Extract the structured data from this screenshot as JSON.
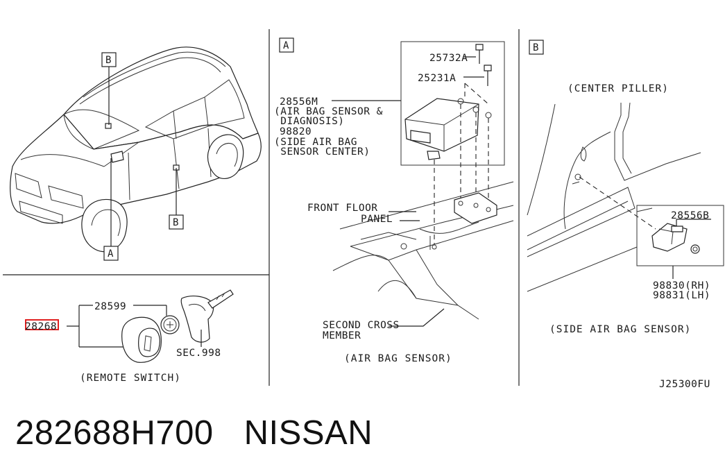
{
  "footer": {
    "part_number": "282688H700",
    "brand": "NISSAN"
  },
  "diagram": {
    "code": "J25300FU",
    "panel_a_tag": "A",
    "panel_b_tag": "B",
    "car_view": {
      "callout_b_top": "B",
      "callout_b_door": "B",
      "callout_a": "A"
    },
    "remote_switch": {
      "part_28599": "28599",
      "part_28268_highlighted": "28268",
      "part_sec998": "SEC.998",
      "caption": "(REMOTE SWITCH)",
      "highlight_color": "#e02020"
    },
    "air_bag_sensor": {
      "part_25732a": "25732A",
      "part_25231a": "25231A",
      "part_28556m": "28556M",
      "desc_line1": "(AIR BAG SENSOR &",
      "desc_line2": " DIAGNOSIS)",
      "part_98820": "98820",
      "desc_line3": "(SIDE AIR BAG",
      "desc_line4": " SENSOR CENTER)",
      "front_floor_1": "FRONT FLOOR",
      "front_floor_2": "PANEL",
      "second_cross_1": "SECOND CROSS",
      "second_cross_2": "MEMBER",
      "caption": "(AIR BAG SENSOR)"
    },
    "side_sensor": {
      "center_pillar": "(CENTER PILLER)",
      "part_28556b": "28556B",
      "part_98830": "98830(RH)",
      "part_98831": "98831(LH)",
      "caption": "(SIDE AIR BAG SENSOR)"
    }
  }
}
